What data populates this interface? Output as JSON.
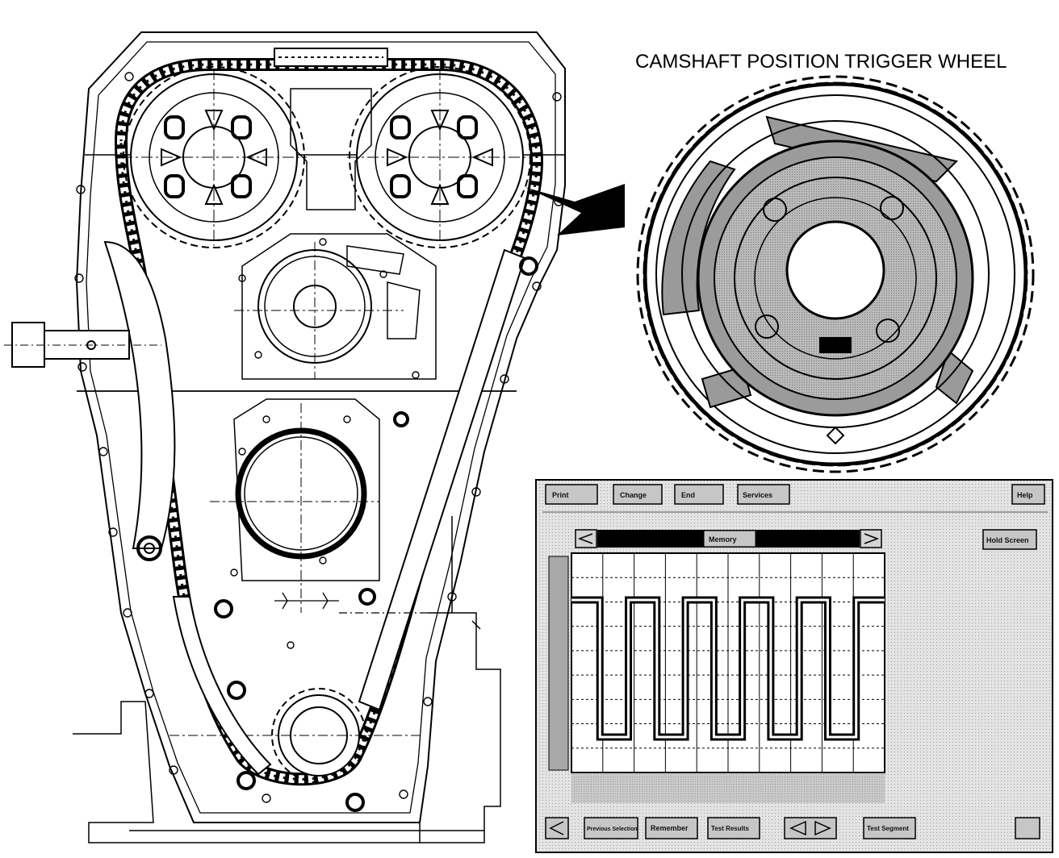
{
  "caption": "CAMSHAFT POSITION TRIGGER WHEEL",
  "scope": {
    "top_buttons": [
      "Print",
      "Change",
      "End",
      "Services",
      "Help"
    ],
    "inner_labels": [
      "Memory",
      "Hold Screen"
    ],
    "bottom_buttons": [
      "Previous Selection",
      "Remember",
      "Test Results",
      "Test Segment"
    ],
    "signal_levels": [
      1,
      0,
      1,
      0,
      1,
      0,
      1,
      0,
      1,
      0,
      1
    ]
  }
}
